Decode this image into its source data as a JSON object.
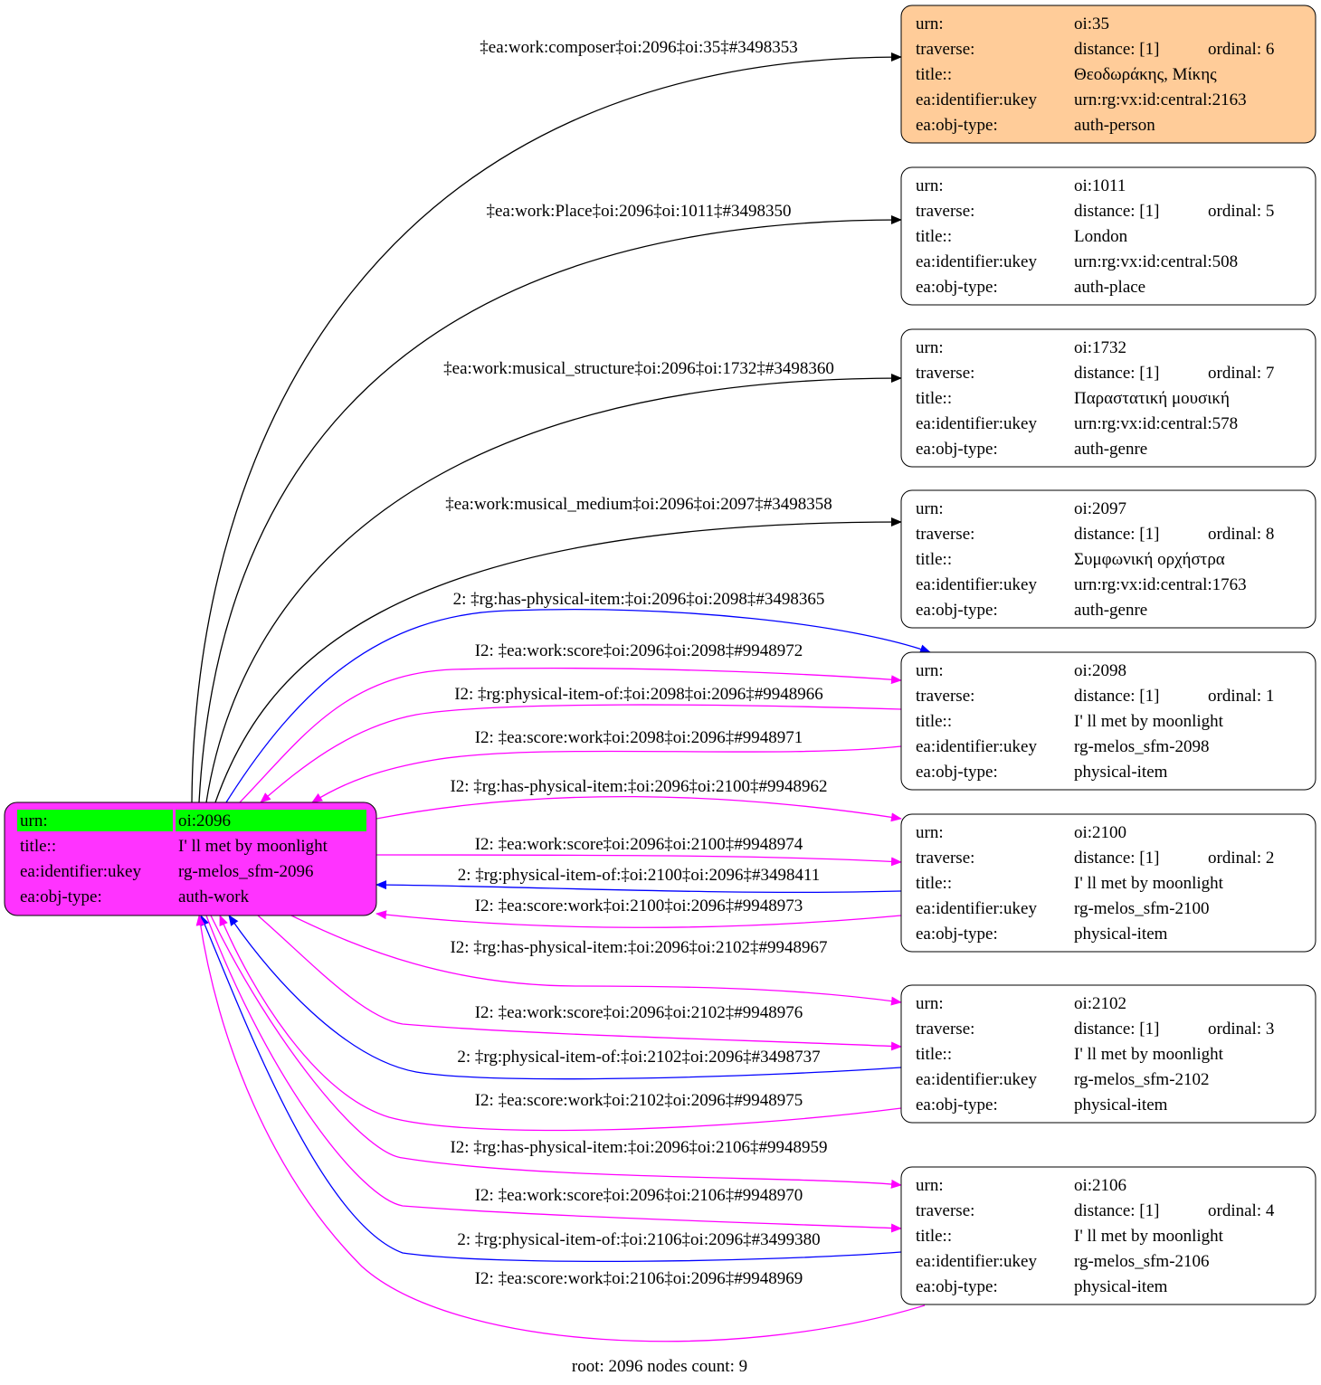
{
  "colors": {
    "black": "#000000",
    "blue": "#0000ff",
    "magenta": "#ff00ff",
    "root_fill": "#ff33ff",
    "root_highlight": "#00ff00",
    "highlight_node_fill": "#ffcc99",
    "node_fill": "#ffffff"
  },
  "root": {
    "rows": [
      {
        "label": "urn:",
        "value": "oi:2096"
      },
      {
        "label": "title::",
        "value": "I' ll met by moonlight"
      },
      {
        "label": "ea:identifier:ukey",
        "value": "rg-melos_sfm-2096"
      },
      {
        "label": "ea:obj-type:",
        "value": "auth-work"
      }
    ]
  },
  "nodes": [
    {
      "urn": "oi:35",
      "distance": "distance: [1]",
      "ordinal": "ordinal: 6",
      "title": "Θεοδωράκης, Μίκης",
      "ukey": "urn:rg:vx:id:central:2163",
      "type": "auth-person",
      "highlight": true
    },
    {
      "urn": "oi:1011",
      "distance": "distance: [1]",
      "ordinal": "ordinal: 5",
      "title": "London",
      "ukey": "urn:rg:vx:id:central:508",
      "type": "auth-place"
    },
    {
      "urn": "oi:1732",
      "distance": "distance: [1]",
      "ordinal": "ordinal: 7",
      "title": "Παραστατική μουσική",
      "ukey": "urn:rg:vx:id:central:578",
      "type": "auth-genre"
    },
    {
      "urn": "oi:2097",
      "distance": "distance: [1]",
      "ordinal": "ordinal: 8",
      "title": "Συμφωνική ορχήστρα",
      "ukey": "urn:rg:vx:id:central:1763",
      "type": "auth-genre"
    },
    {
      "urn": "oi:2098",
      "distance": "distance: [1]",
      "ordinal": "ordinal: 1",
      "title": "I' ll met by moonlight",
      "ukey": "rg-melos_sfm-2098",
      "type": "physical-item"
    },
    {
      "urn": "oi:2100",
      "distance": "distance: [1]",
      "ordinal": "ordinal: 2",
      "title": "I' ll met by moonlight",
      "ukey": "rg-melos_sfm-2100",
      "type": "physical-item"
    },
    {
      "urn": "oi:2102",
      "distance": "distance: [1]",
      "ordinal": "ordinal: 3",
      "title": "I' ll met by moonlight",
      "ukey": "rg-melos_sfm-2102",
      "type": "physical-item"
    },
    {
      "urn": "oi:2106",
      "distance": "distance: [1]",
      "ordinal": "ordinal: 4",
      "title": "I' ll met by moonlight",
      "ukey": "rg-melos_sfm-2106",
      "type": "physical-item"
    }
  ],
  "field_labels": {
    "urn": "urn:",
    "traverse": "traverse:",
    "title": "title::",
    "ukey": "ea:identifier:ukey",
    "type": "ea:obj-type:"
  },
  "edges": [
    {
      "label": "‡ea:work:composer‡oi:2096‡oi:35‡#3498353",
      "color": "black"
    },
    {
      "label": "‡ea:work:Place‡oi:2096‡oi:1011‡#3498350",
      "color": "black"
    },
    {
      "label": "‡ea:work:musical_structure‡oi:2096‡oi:1732‡#3498360",
      "color": "black"
    },
    {
      "label": "‡ea:work:musical_medium‡oi:2096‡oi:2097‡#3498358",
      "color": "black"
    },
    {
      "label": "2: ‡rg:has-physical-item:‡oi:2096‡oi:2098‡#3498365",
      "color": "blue"
    },
    {
      "label": "I2: ‡ea:work:score‡oi:2096‡oi:2098‡#9948972",
      "color": "magenta"
    },
    {
      "label": "I2: ‡rg:physical-item-of:‡oi:2098‡oi:2096‡#9948966",
      "color": "magenta"
    },
    {
      "label": "I2: ‡ea:score:work‡oi:2098‡oi:2096‡#9948971",
      "color": "magenta"
    },
    {
      "label": "I2: ‡rg:has-physical-item:‡oi:2096‡oi:2100‡#9948962",
      "color": "magenta"
    },
    {
      "label": "I2: ‡ea:work:score‡oi:2096‡oi:2100‡#9948974",
      "color": "magenta"
    },
    {
      "label": "2: ‡rg:physical-item-of:‡oi:2100‡oi:2096‡#3498411",
      "color": "blue"
    },
    {
      "label": "I2: ‡ea:score:work‡oi:2100‡oi:2096‡#9948973",
      "color": "magenta"
    },
    {
      "label": "I2: ‡rg:has-physical-item:‡oi:2096‡oi:2102‡#9948967",
      "color": "magenta"
    },
    {
      "label": "I2: ‡ea:work:score‡oi:2096‡oi:2102‡#9948976",
      "color": "magenta"
    },
    {
      "label": "2: ‡rg:physical-item-of:‡oi:2102‡oi:2096‡#3498737",
      "color": "blue"
    },
    {
      "label": "I2: ‡ea:score:work‡oi:2102‡oi:2096‡#9948975",
      "color": "magenta"
    },
    {
      "label": "I2: ‡rg:has-physical-item:‡oi:2096‡oi:2106‡#9948959",
      "color": "magenta"
    },
    {
      "label": "I2: ‡ea:work:score‡oi:2096‡oi:2106‡#9948970",
      "color": "magenta"
    },
    {
      "label": "2: ‡rg:physical-item-of:‡oi:2106‡oi:2096‡#3499380",
      "color": "blue"
    },
    {
      "label": "I2: ‡ea:score:work‡oi:2106‡oi:2096‡#9948969",
      "color": "magenta"
    }
  ],
  "footer": "root: 2096 nodes count: 9"
}
